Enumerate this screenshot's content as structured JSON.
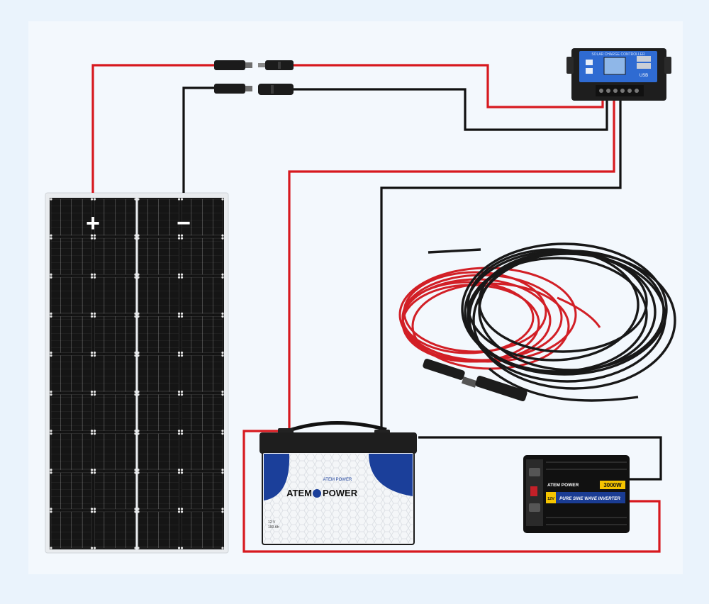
{
  "colors": {
    "background_outer": "#eaf3fc",
    "background_inner": "#f3f8fd",
    "positive_wire": "#d7191f",
    "negative_wire": "#111111",
    "panel_cell": "#141414",
    "panel_frame": "#e9ecef",
    "battery_accent": "#1b3f9a",
    "inverter_accent": "#1a3c93",
    "inverter_highlight": "#f5c400"
  },
  "solar_panel": {
    "positive_symbol": "+",
    "negative_symbol": "−"
  },
  "charge_controller": {
    "title": "SOLAR CHARGE CONTROLLER",
    "usb_label": "USB"
  },
  "battery": {
    "badge": "ATEM POWER",
    "brand_left": "ATEM",
    "brand_right": "POWER",
    "spec_line1": "12 V",
    "spec_line2": "100 Ah"
  },
  "inverter": {
    "brand": "ATEM POWER",
    "rating": "3000W",
    "product_line": "PURE SINE WAVE INVERTER",
    "voltage_badge": "12V"
  }
}
